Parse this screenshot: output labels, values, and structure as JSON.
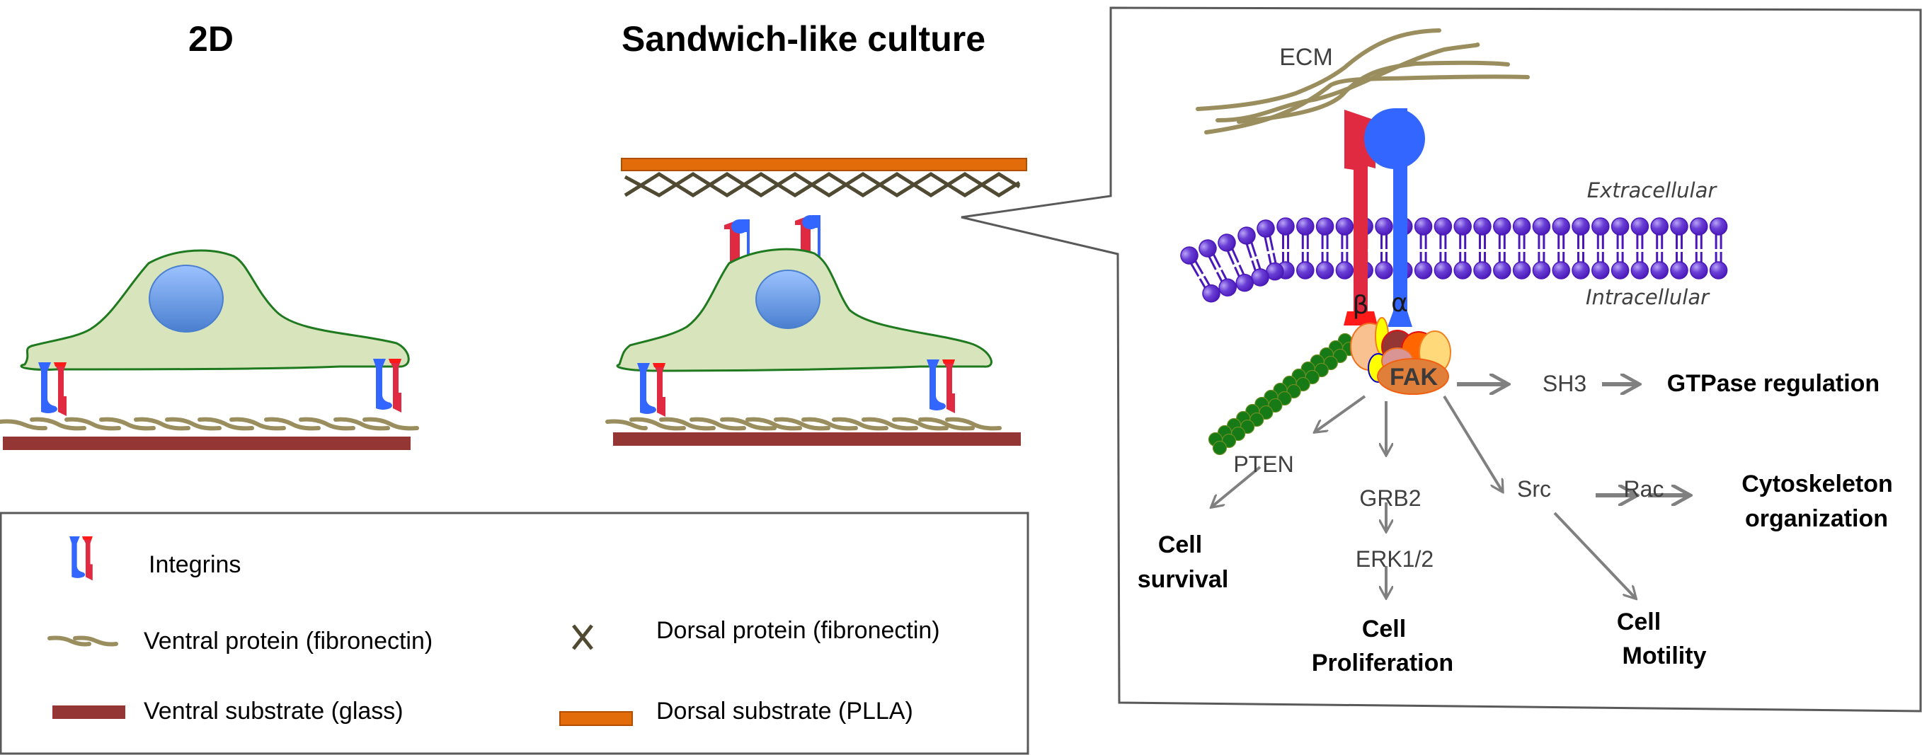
{
  "panels": {
    "two_d": {
      "title": "2D"
    },
    "sandwich": {
      "title": "Sandwich-like culture"
    }
  },
  "signaling": {
    "ecm_label": "ECM",
    "extracellular_label": "Extracellular",
    "intracellular_label": "Intracellular",
    "beta_label": "β",
    "alpha_label": "α",
    "fak_label": "FAK",
    "nodes": {
      "sh3": "SH3",
      "pten": "PTEN",
      "grb2": "GRB2",
      "erk": "ERK1/2",
      "src": "Src",
      "rac": "Rac"
    },
    "outcomes": {
      "gtpase": "GTPase regulation",
      "cytoskeleton_line1": "Cytoskeleton",
      "cytoskeleton_line2": "organization",
      "survival_line1": "Cell",
      "survival_line2": "survival",
      "proliferation_line1": "Cell",
      "proliferation_line2": "Proliferation",
      "motility_line1": "Cell",
      "motility_line2": "Motility"
    }
  },
  "legend": {
    "items": [
      {
        "key": "integrins",
        "label": "Integrins"
      },
      {
        "key": "ventral_protein",
        "label": "Ventral protein (fibronectin)"
      },
      {
        "key": "dorsal_protein",
        "label": "Dorsal protein (fibronectin)"
      },
      {
        "key": "ventral_substrate",
        "label": "Ventral substrate (glass)"
      },
      {
        "key": "dorsal_substrate",
        "label": "Dorsal substrate (PLLA)"
      }
    ]
  },
  "colors": {
    "integrin_alpha": "#3366ff",
    "integrin_beta": "#e02a42",
    "cell_body": "#d8e4bc",
    "cell_outline": "#1f7a1f",
    "nucleus": "#6f9ee8",
    "ventral_protein": "#9b8e5e",
    "ventral_substrate": "#943634",
    "dorsal_protein": "#4f4a31",
    "dorsal_substrate": "#e36c0a",
    "lipid": "#5020c0",
    "actin": "#167a16",
    "fak": "#e07f3a"
  }
}
